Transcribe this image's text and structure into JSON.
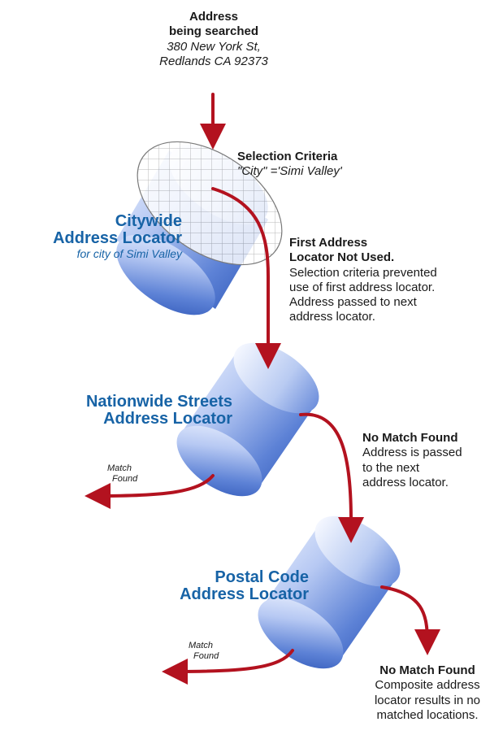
{
  "address": {
    "heading_line1": "Address",
    "heading_line2": "being searched",
    "line1": "380 New York St,",
    "line2": "Redlands CA 92373"
  },
  "selection": {
    "heading": "Selection Criteria",
    "expression": "\"City\" ='Simi Valley'"
  },
  "citywide": {
    "title_line1": "Citywide",
    "title_line2": "Address Locator",
    "subtitle": "for city of Simi Valley"
  },
  "first_not_used": {
    "heading_line1": "First Address",
    "heading_line2": "Locator Not Used.",
    "body_line1": "Selection criteria prevented",
    "body_line2": "use of first address locator.",
    "body_line3": "Address passed to next",
    "body_line4": "address locator."
  },
  "nationwide": {
    "title_line1": "Nationwide Streets",
    "title_line2": "Address Locator"
  },
  "no_match_1": {
    "heading": "No Match Found",
    "body_line1": "Address is passed",
    "body_line2": "to the next",
    "body_line3": "address locator."
  },
  "match_found_1": {
    "line1": "Match",
    "line2": "Found"
  },
  "postal": {
    "title_line1": "Postal Code",
    "title_line2": "Address Locator"
  },
  "match_found_2": {
    "line1": "Match",
    "line2": "Found"
  },
  "no_match_2": {
    "heading": "No Match Found",
    "body_line1": "Composite address",
    "body_line2": "locator results in no",
    "body_line3": "matched locations."
  },
  "colors": {
    "title_blue": "#1763a6",
    "arrow_red": "#b3121f",
    "cylinder_light": "#eaf1ff",
    "cylinder_dark": "#2a52b4",
    "text": "#1a1a1a"
  }
}
